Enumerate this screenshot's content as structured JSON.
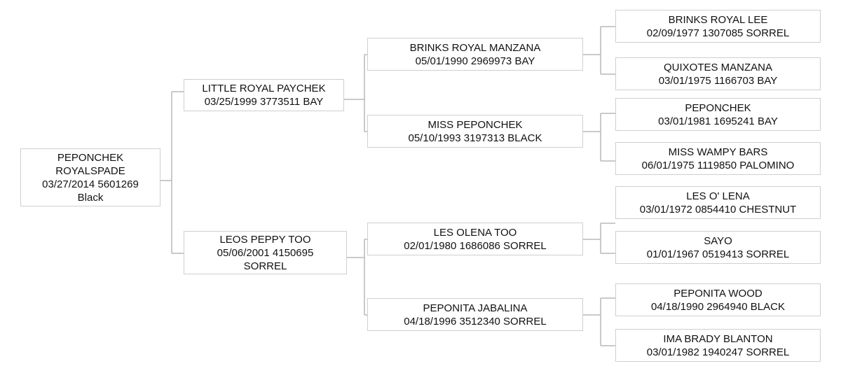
{
  "subject": {
    "lines": [
      "PEPONCHEK",
      "ROYALSPADE",
      "03/27/2014 5601269",
      "Black"
    ]
  },
  "sire": {
    "lines": [
      "LITTLE ROYAL PAYCHEK",
      "03/25/1999 3773511 BAY"
    ]
  },
  "dam": {
    "lines": [
      "LEOS PEPPY TOO",
      "05/06/2001 4150695",
      "SORREL"
    ]
  },
  "sire_sire": {
    "lines": [
      "BRINKS ROYAL MANZANA",
      "05/01/1990 2969973 BAY"
    ]
  },
  "sire_dam": {
    "lines": [
      "MISS PEPONCHEK",
      "05/10/1993 3197313 BLACK"
    ]
  },
  "dam_sire": {
    "lines": [
      "LES OLENA TOO",
      "02/01/1980 1686086 SORREL"
    ]
  },
  "dam_dam": {
    "lines": [
      "PEPONITA JABALINA",
      "04/18/1996 3512340 SORREL"
    ]
  },
  "ss_sire": {
    "lines": [
      "BRINKS ROYAL LEE",
      "02/09/1977 1307085 SORREL"
    ]
  },
  "ss_dam": {
    "lines": [
      "QUIXOTES MANZANA",
      "03/01/1975 1166703 BAY"
    ]
  },
  "sd_sire": {
    "lines": [
      "PEPONCHEK",
      "03/01/1981 1695241 BAY"
    ]
  },
  "sd_dam": {
    "lines": [
      "MISS WAMPY BARS",
      "06/01/1975 1119850 PALOMINO"
    ]
  },
  "ds_sire": {
    "lines": [
      "LES O' LENA",
      "03/01/1972 0854410 CHESTNUT"
    ]
  },
  "ds_dam": {
    "lines": [
      "SAYO",
      "01/01/1967 0519413 SORREL"
    ]
  },
  "dd_sire": {
    "lines": [
      "PEPONITA WOOD",
      "04/18/1990 2964940 BLACK"
    ]
  },
  "dd_dam": {
    "lines": [
      "IMA BRADY BLANTON",
      "03/01/1982 1940247 SORREL"
    ]
  }
}
